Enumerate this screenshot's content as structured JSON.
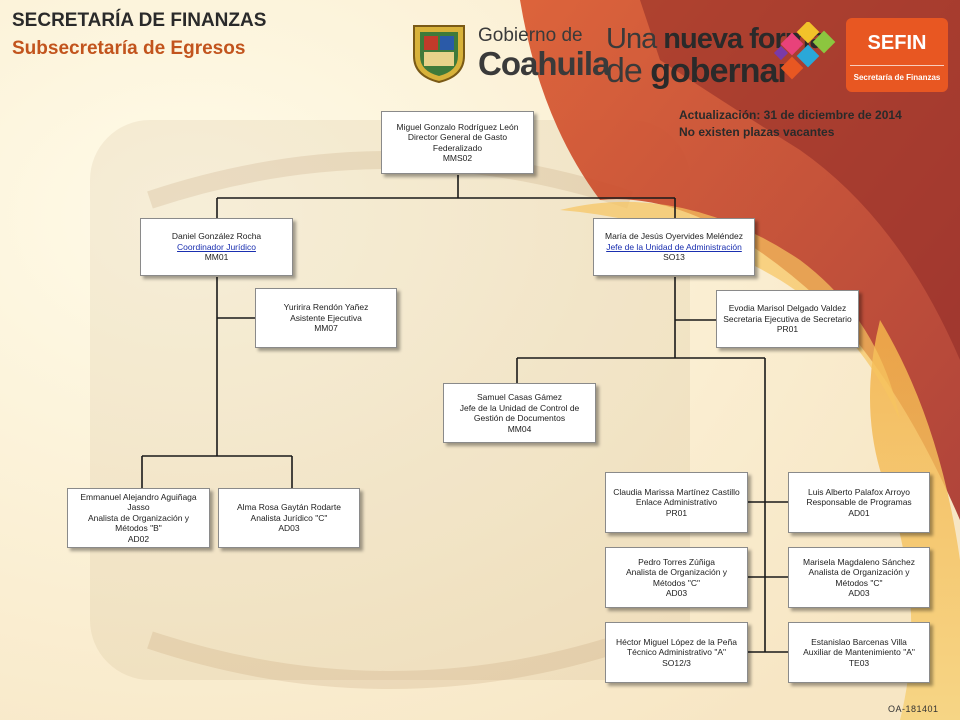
{
  "header": {
    "title": "SECRETARÍA DE FINANZAS",
    "subtitle": "Subsecretaría de Egresos"
  },
  "logos": {
    "gobierno_line1": "Gobierno de",
    "gobierno_line2": "Coahuila",
    "slogan_line1_a": "Una ",
    "slogan_line1_b": "nueva forma",
    "slogan_line2_a": "de ",
    "slogan_line2_b": "gobernar",
    "sefin_title": "SEFIN",
    "sefin_sub": "Secretaría de Finanzas"
  },
  "update": {
    "line1": "Actualización: 31  de diciembre de 2014",
    "line2": "No existen plazas vacantes"
  },
  "footer_code": "OA-181401",
  "nodes": {
    "director": {
      "name": "Miguel Gonzalo Rodríguez León",
      "role": "Director General de Gasto Federalizado",
      "code": "MMS02"
    },
    "coord_juridico": {
      "name": "Daniel González Rocha",
      "role": "Coordinador  Jurídico",
      "code": "MM01"
    },
    "jefe_admin": {
      "name": "María de Jesús Oyervides Meléndez",
      "role": "Jefe de la Unidad de Administración",
      "code": "SO13"
    },
    "asistente": {
      "name": "Yuririra  Rendón Yañez",
      "role": "Asistente  Ejecutiva",
      "code": "MM07"
    },
    "secretaria": {
      "name": "Evodia Marisol Delgado Valdez",
      "role": "Secretaria Ejecutiva de Secretario",
      "code": "PR01"
    },
    "control_docs": {
      "name": "Samuel Casas Gámez",
      "role": "Jefe de la Unidad de Control de Gestión de Documentos",
      "code": "MM04"
    },
    "analista_b": {
      "name": "Emmanuel Alejandro Aguiñaga Jasso",
      "role": "Analista  de Organización  y Métodos \"B\"",
      "code": "AD02"
    },
    "analista_juridico": {
      "name": "Alma Rosa Gaytán Rodarte",
      "role": "Analista  Jurídico \"C\"",
      "code": "AD03"
    },
    "enlace": {
      "name": "Claudia  Marissa  Martínez Castillo",
      "role": "Enlace Administrativo",
      "code": "PR01"
    },
    "resp_programas": {
      "name": "Luis Alberto Palafox Arroyo",
      "role": "Responsable de Programas",
      "code": "AD01"
    },
    "analista_c1": {
      "name": "Pedro Torres  Zúñiga",
      "role": "Analista  de Organización  y Métodos \"C\"",
      "code": "AD03"
    },
    "analista_c2": {
      "name": "Marisela Magdaleno Sánchez",
      "role": "Analista  de Organización  y Métodos \"C\"",
      "code": "AD03"
    },
    "tecnico": {
      "name": "Héctor Miguel López de la Peña",
      "role": "Técnico  Administrativo  \"A\"",
      "code": "SO12/3"
    },
    "auxiliar": {
      "name": "Estanislao Barcenas Villa",
      "role": "Auxiliar  de Mantenimiento  \"A\"",
      "code": "TE03"
    }
  },
  "colors": {
    "accent": "#c2541d",
    "sefin": "#e85722",
    "link": "#1a2fb0"
  }
}
